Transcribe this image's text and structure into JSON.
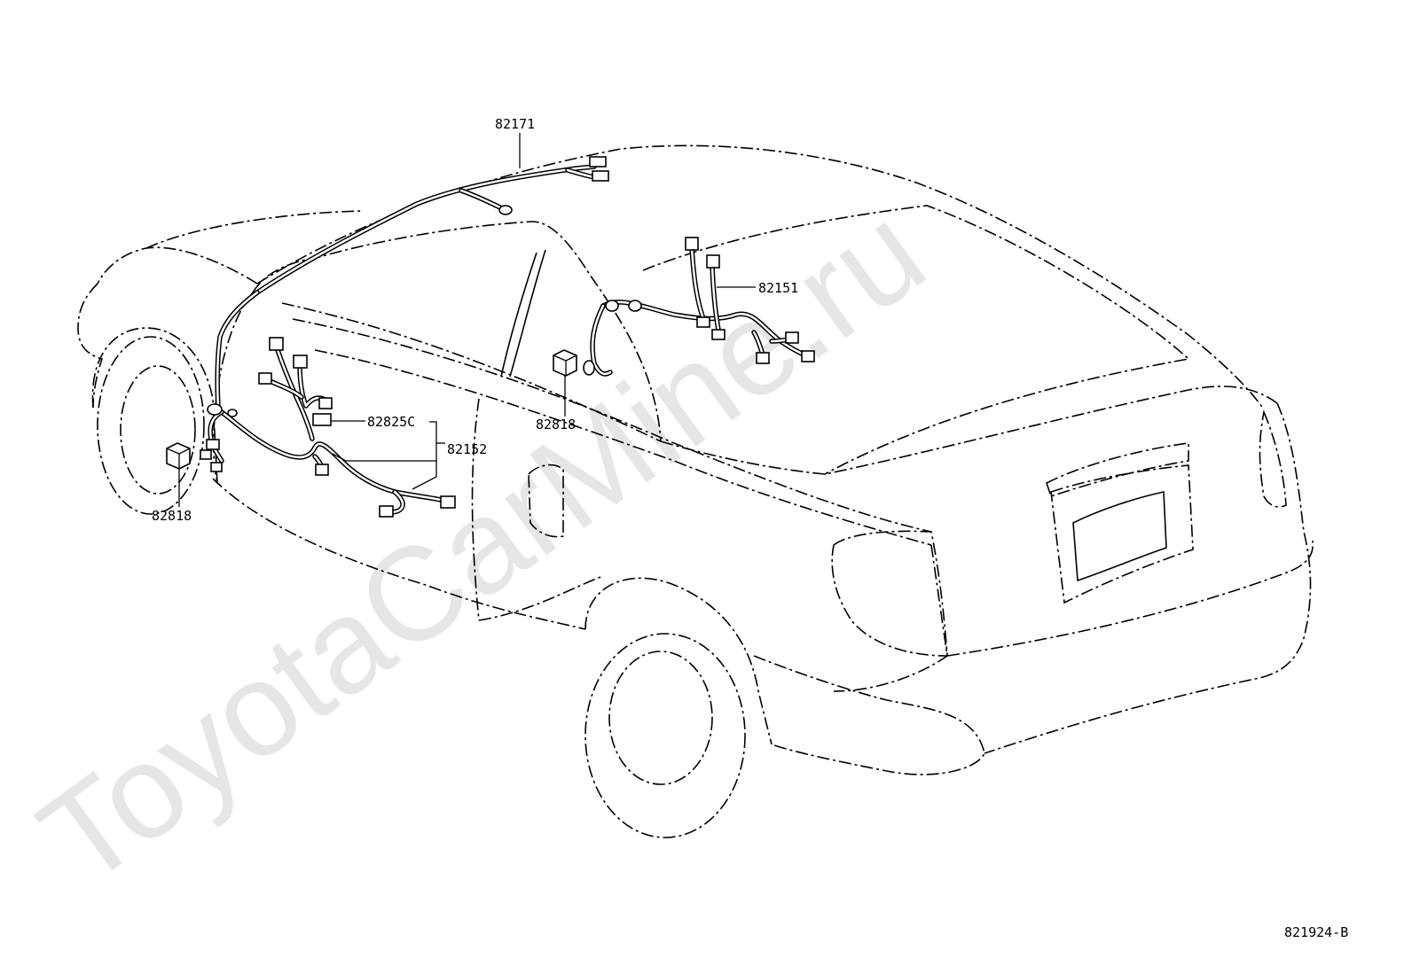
{
  "watermark": "ToyotaCarMine.ru",
  "figure_code": "821924-B",
  "labels": {
    "p82171": "82171",
    "p82151": "82151",
    "p82818_center": "82818",
    "p82825c": "82825C",
    "p82152": "82152",
    "p82818_left": "82818"
  }
}
